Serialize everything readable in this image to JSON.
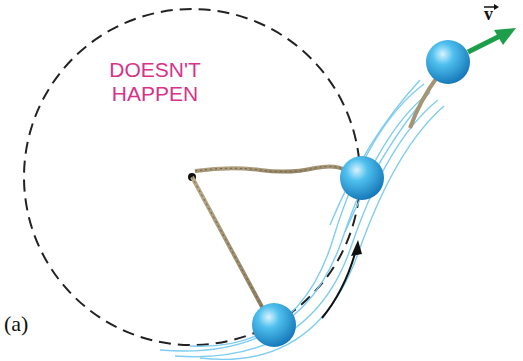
{
  "diagram": {
    "labels": [
      "DOESN'T HAPPEN",
      "v",
      "(a)"
    ]
  }
}
